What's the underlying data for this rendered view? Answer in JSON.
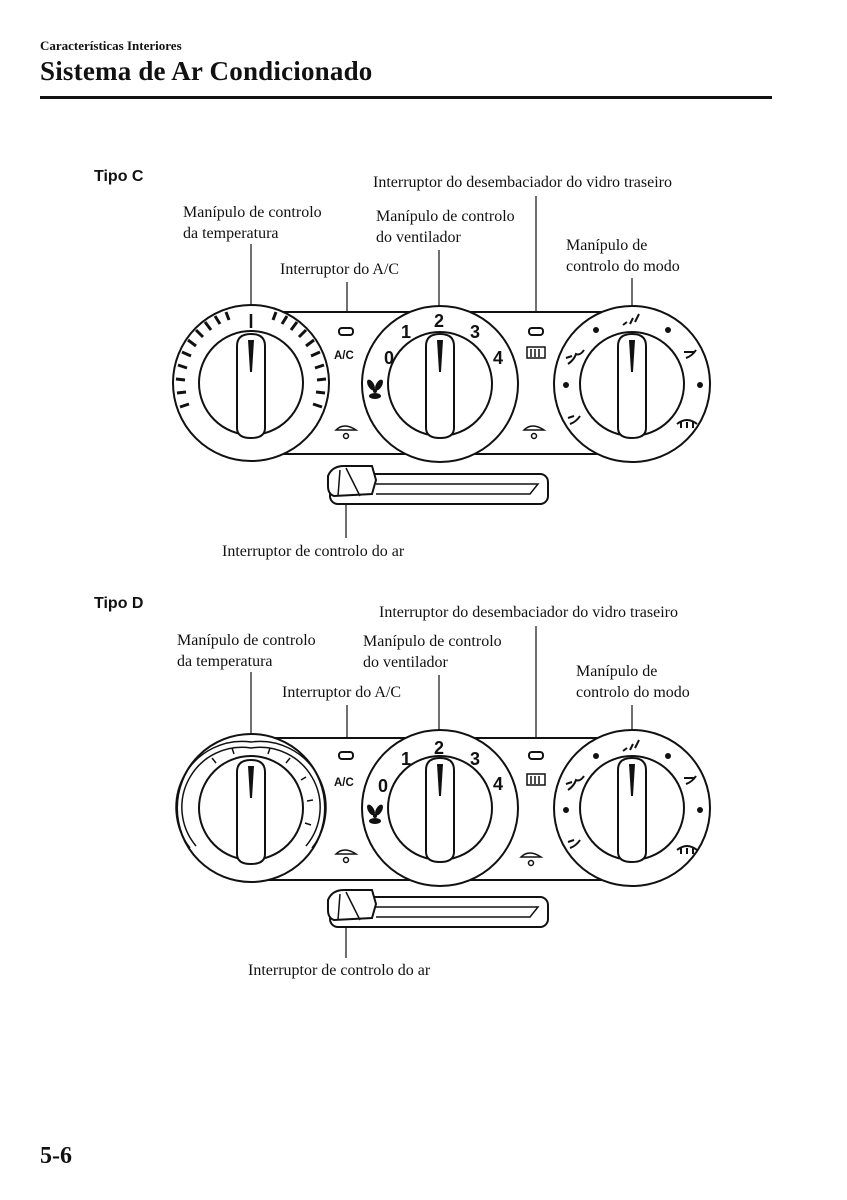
{
  "header": {
    "section": "Características Interiores",
    "title": "Sistema de Ar Condicionado"
  },
  "figures": [
    {
      "tipo": "Tipo C",
      "labels": {
        "temperature_knob": [
          "Manípulo de controlo",
          "da temperatura"
        ],
        "ac_switch": "Interruptor do A/C",
        "fan_knob": [
          "Manípulo de controlo",
          "do ventilador"
        ],
        "rear_defrost_switch": "Interruptor do desembaciador do vidro traseiro",
        "mode_knob": [
          "Manípulo de",
          "controlo do modo"
        ],
        "air_control_switch": "Interruptor de controlo do ar"
      }
    },
    {
      "tipo": "Tipo D",
      "labels": {
        "temperature_knob": [
          "Manípulo de controlo",
          "da temperatura"
        ],
        "ac_switch": "Interruptor do A/C",
        "fan_knob": [
          "Manípulo de controlo",
          "do ventilador"
        ],
        "rear_defrost_switch": "Interruptor do desembaciador do vidro traseiro",
        "mode_knob": [
          "Manípulo de",
          "controlo do modo"
        ],
        "air_control_switch": "Interruptor de controlo do ar"
      }
    }
  ],
  "panel_text": {
    "ac": "A/C",
    "fan_speeds": [
      "0",
      "1",
      "2",
      "3",
      "4"
    ]
  },
  "footer": {
    "page_number": "5-6"
  }
}
